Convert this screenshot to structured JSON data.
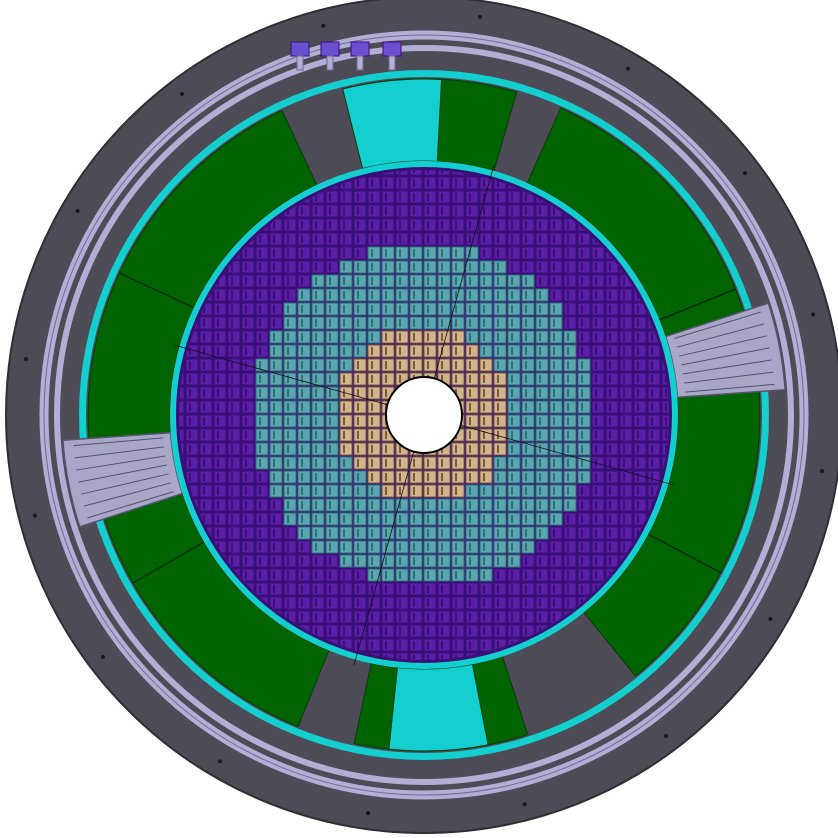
{
  "colors": {
    "background": "#ffffff",
    "outer_ring": "#4d4c56",
    "outer_ring_edge": "#2f2e36",
    "rail": "#b3aed6",
    "rail_edge": "#6f6a91",
    "cyan": "#14cfd0",
    "green": "#006400",
    "green_edge": "#0a3a0a",
    "purple": "#5a1fa6",
    "purple_dark": "#3a0f78",
    "teal": "#5aa7b0",
    "teal_dark": "#2f6f78",
    "tan": "#d2b48c",
    "tan_dark": "#7a5b3a",
    "connector": "#6a4fd0",
    "bracket": "#a9a6c8",
    "bracket_dark": "#56536f",
    "bolt": "#1a1a1a",
    "hole": "#ffffff"
  },
  "diagram": {
    "kind": "cylindrical detector endcap cross-section",
    "regions": [
      {
        "name": "outer-flange-ring",
        "color_ref": "outer_ring"
      },
      {
        "name": "guide-rail",
        "color_ref": "rail"
      },
      {
        "name": "cooling-channel",
        "color_ref": "cyan"
      },
      {
        "name": "support-sectors",
        "color_ref": "green",
        "count": 5
      },
      {
        "name": "outer-crystal-array",
        "color_ref": "purple"
      },
      {
        "name": "middle-crystal-array",
        "color_ref": "teal"
      },
      {
        "name": "inner-crystal-array",
        "color_ref": "tan"
      },
      {
        "name": "beam-pipe-hole",
        "color_ref": "hole"
      }
    ],
    "connectors": 4,
    "side_brackets": 2,
    "spacer_blocks": 2
  }
}
